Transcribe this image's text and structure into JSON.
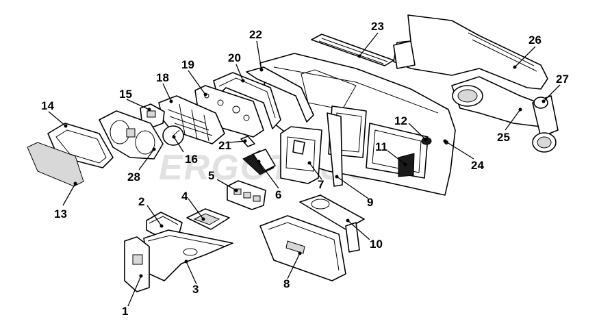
{
  "watermark": "ERGOTRUCK",
  "callouts": {
    "c1": "1",
    "c2": "2",
    "c3": "3",
    "c4": "4",
    "c5": "5",
    "c6": "6",
    "c7": "7",
    "c8": "8",
    "c9": "9",
    "c10": "10",
    "c11": "11",
    "c12": "12",
    "c13": "13",
    "c14": "14",
    "c15": "15",
    "c16": "16",
    "c18": "18",
    "c19": "19",
    "c20": "20",
    "c21": "21",
    "c22": "22",
    "c23": "23",
    "c24": "24",
    "c25": "25",
    "c26": "26",
    "c27": "27",
    "c28": "28"
  }
}
